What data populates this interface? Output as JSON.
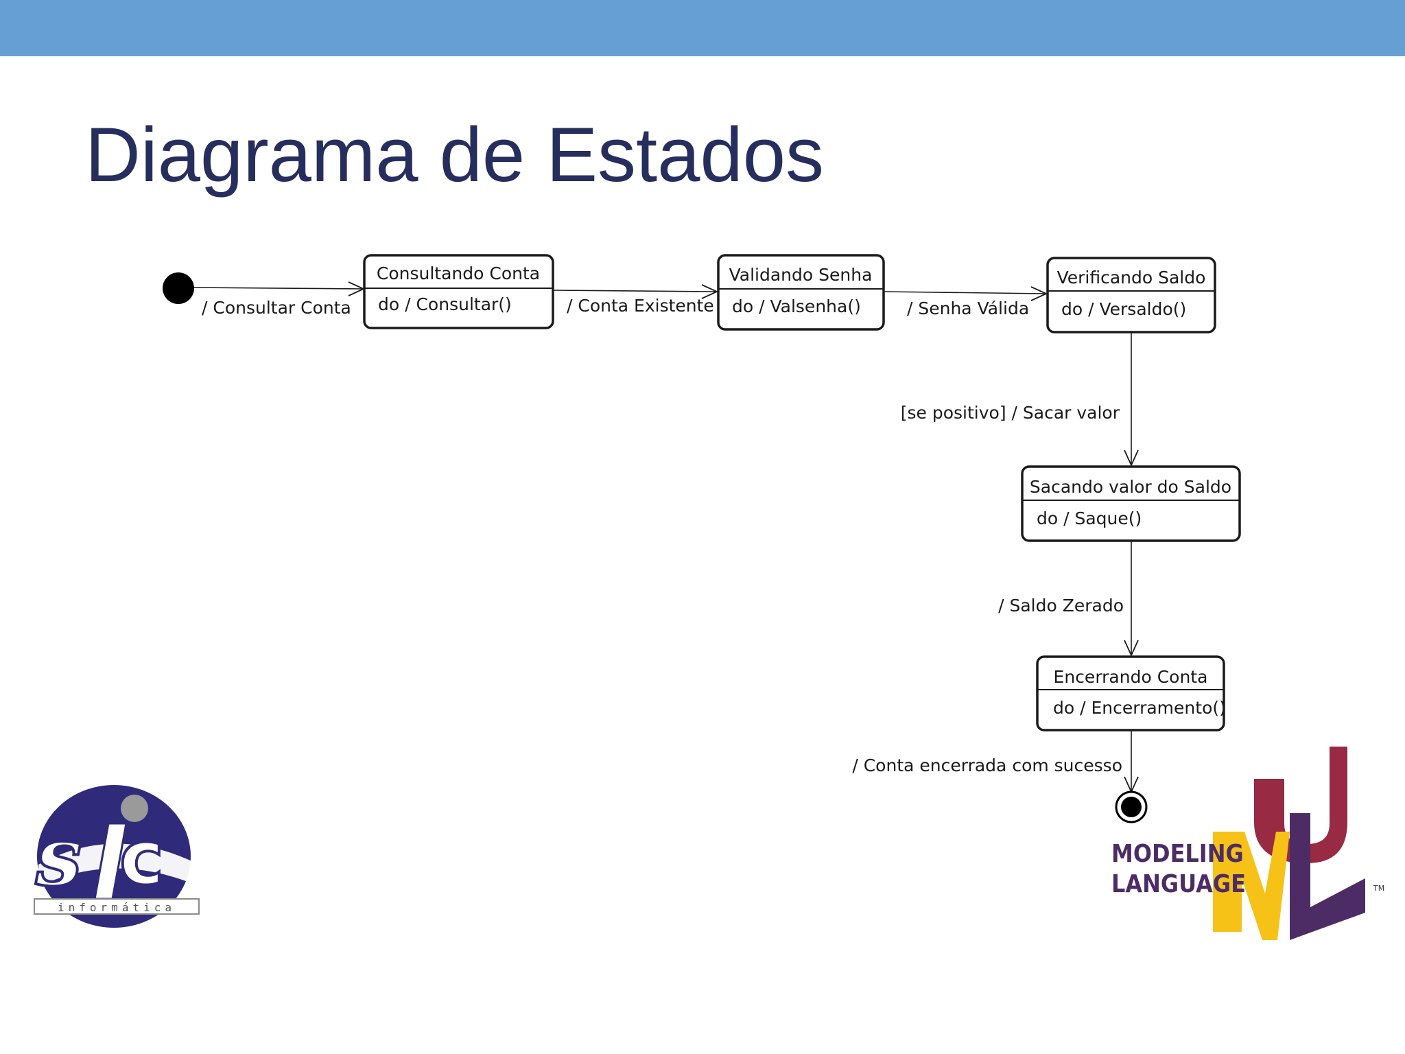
{
  "slide": {
    "title": "Diagrama de Estados",
    "accent_color": "#659fd4",
    "title_color": "#262e5e"
  },
  "diagram": {
    "initial_transition": "/ Consultar Conta",
    "states": [
      {
        "name": "Consultando Conta",
        "action": "do / Consultar()"
      },
      {
        "name": "Validando Senha",
        "action": "do / Valsenha()"
      },
      {
        "name": "Verificando Saldo",
        "action": "do / Versaldo()"
      },
      {
        "name": "Sacando valor do Saldo",
        "action": "do / Saque()"
      },
      {
        "name": "Encerrando Conta",
        "action": "do / Encerramento()"
      }
    ],
    "transitions": [
      {
        "label": "/ Conta Existente"
      },
      {
        "label": "/ Senha Válida"
      },
      {
        "label": "[se positivo] / Sacar valor"
      },
      {
        "label": "/ Saldo Zerado"
      },
      {
        "label": "/ Conta encerrada com sucesso"
      }
    ]
  },
  "logos": {
    "sic": {
      "text": "informática",
      "icon": "sic-logo"
    },
    "uml": {
      "line1": "MODELING",
      "line2": "LANGUAGE",
      "tm": "TM",
      "icon": "uml-logo"
    }
  }
}
